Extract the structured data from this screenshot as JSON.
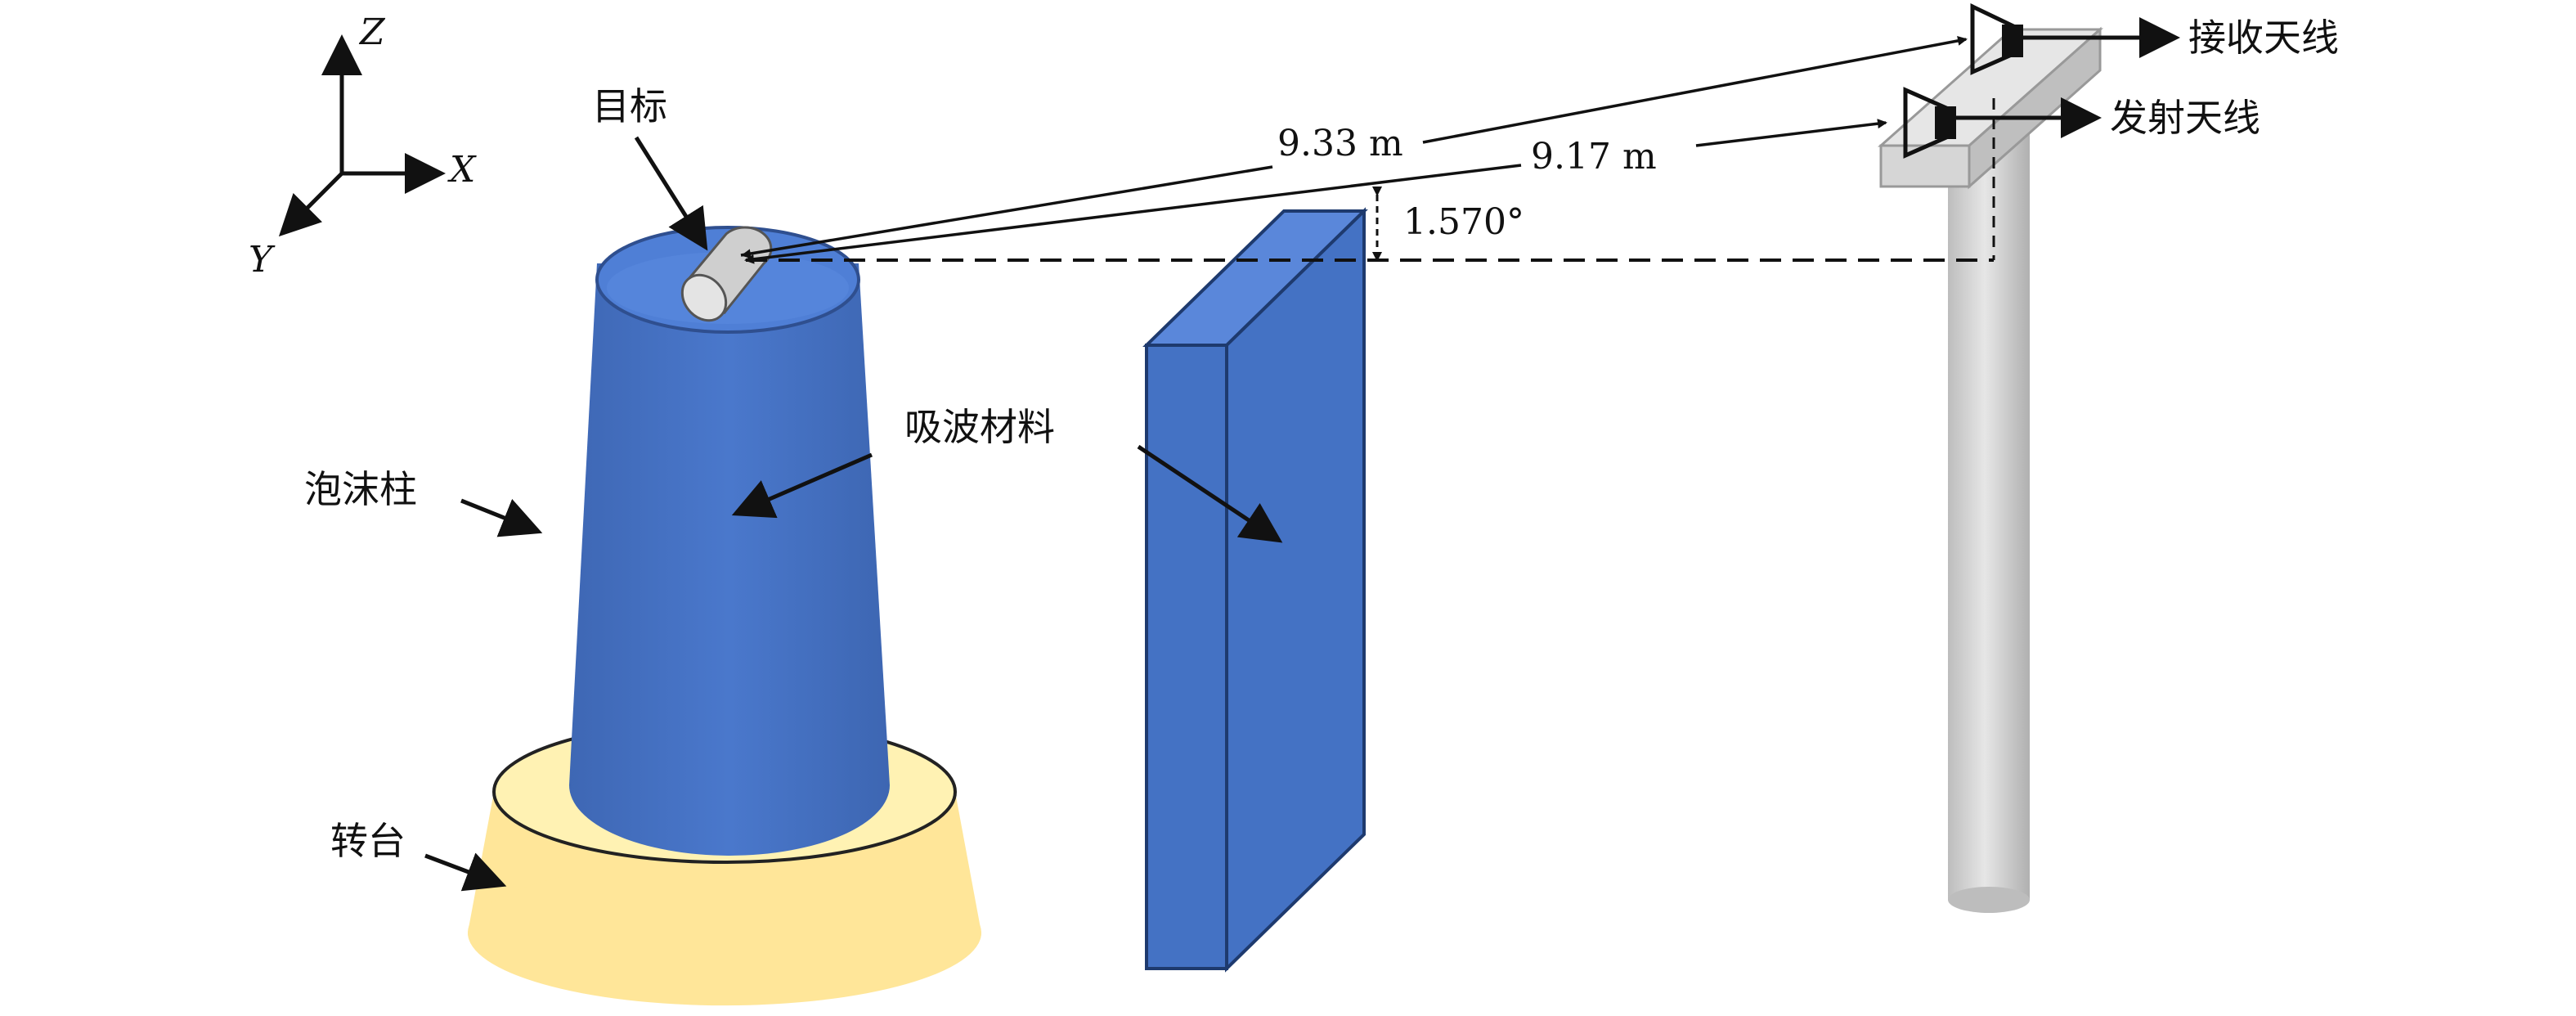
{
  "axes": {
    "z": "Z",
    "x": "X",
    "y": "Y"
  },
  "labels": {
    "target": "目标",
    "foam_column": "泡沫柱",
    "absorber": "吸波材料",
    "turntable": "转台",
    "rx_antenna": "接收天线",
    "tx_antenna": "发射天线"
  },
  "measurements": {
    "rx_distance": "9.33 m",
    "tx_distance": "9.17 m",
    "angle": "1.570°"
  },
  "colors": {
    "column": "#4472c4",
    "column_dark": "#2f4f8f",
    "turntable": "#ffe699",
    "turntable_top": "#fff2b3",
    "pole": "#d0d0d0",
    "line": "#111111"
  }
}
